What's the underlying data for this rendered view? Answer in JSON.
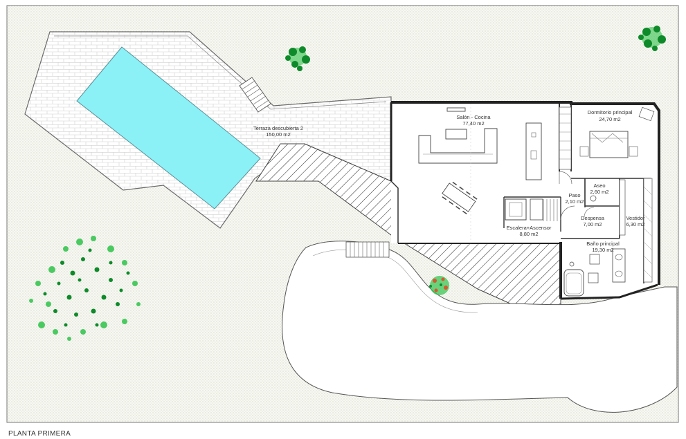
{
  "plan": {
    "title": "PLANTA PRIMERA",
    "rooms": {
      "terrace": {
        "name": "Terraza descubierta 2",
        "area": "150,00 m2"
      },
      "living": {
        "name": "Salón - Cocina",
        "area": "77,40 m2"
      },
      "bedroom": {
        "name": "Dormitorio principal",
        "area": "24,70 m2"
      },
      "toilet": {
        "name": "Aseo",
        "area": "2,60 m2"
      },
      "hall": {
        "name": "Paso",
        "area": "2,10 m2"
      },
      "pantry": {
        "name": "Despensa",
        "area": "7,00 m2"
      },
      "closet": {
        "name": "Vestidor",
        "area": "6,30 m2"
      },
      "stairs": {
        "name": "Escalera+Ascensor",
        "area": "8,80 m2"
      },
      "bathroom": {
        "name": "Baño principal",
        "area": "19,30 m2"
      }
    }
  },
  "colors": {
    "pool": "#8cf0f7",
    "tree_dark": "#0e8a2a",
    "tree_light": "#2ec34a",
    "flower": "#d9572f",
    "lines": "#555555",
    "ground_dots": "#b9bca8"
  }
}
